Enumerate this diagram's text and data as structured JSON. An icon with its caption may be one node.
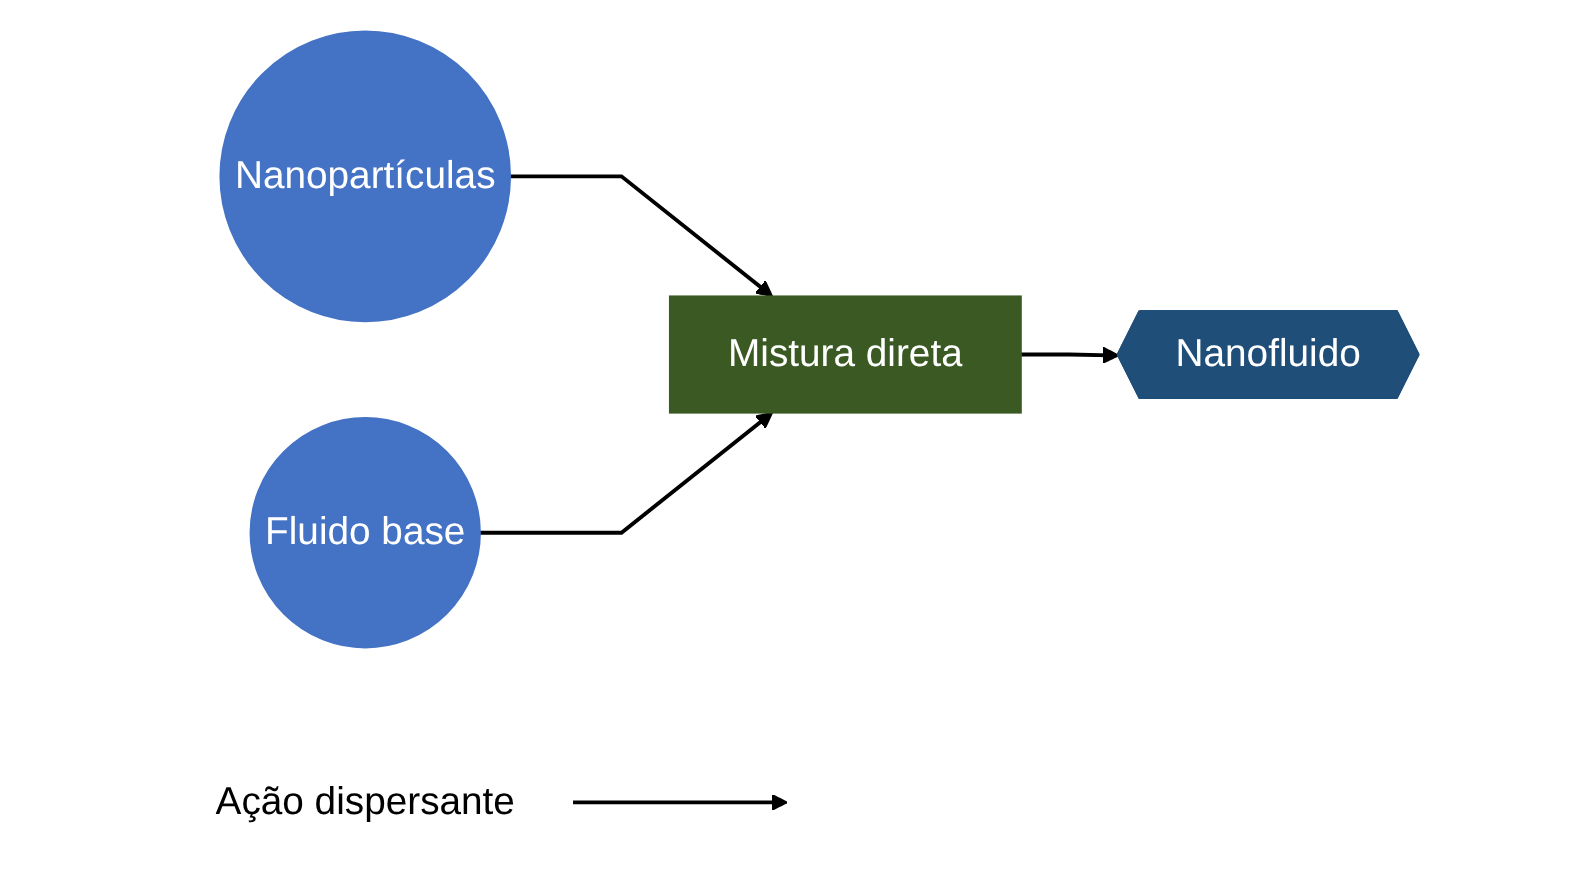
{
  "diagram": {
    "nodes": [
      {
        "text": [
          "Nanopartículas"
        ]
      },
      {
        "text": [
          "Fluido base"
        ]
      },
      {
        "text": [
          "Mistura direta"
        ]
      },
      {
        "text": [
          "Nanofluido"
        ]
      },
      {
        "text": [
          "Ação dispersante"
        ]
      }
    ],
    "edges": [
      {
        "from": 0,
        "to": 2,
        "arrow": "to"
      },
      {
        "from": 1,
        "to": 2,
        "arrow": "to"
      },
      {
        "from": 2,
        "to": 3,
        "arrow": "to"
      },
      {
        "from": 4,
        "to": null,
        "arrow": "to"
      }
    ]
  }
}
